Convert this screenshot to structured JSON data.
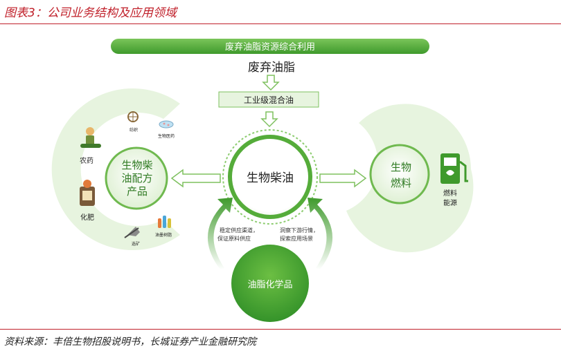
{
  "header": {
    "title": "图表3：公司业务结构及应用领域"
  },
  "footer": {
    "source": "资料来源：丰倍生物招股说明书，长城证券产业金融研究院"
  },
  "diagram": {
    "banner": "废弃油脂资源综合利用",
    "input": "废弃油脂",
    "intermediate": "工业级混合油",
    "center": "生物柴油",
    "left_circle": [
      "生物柴",
      "油配方",
      "产品"
    ],
    "right_circle": [
      "生物",
      "燃料"
    ],
    "bottom_circle": "油脂化学品",
    "left_items": {
      "pesticide": "农药",
      "fertilizer": "化肥",
      "textile": "纺织",
      "biomedicine": "生物医药",
      "mining": "选矿",
      "emulsion": "油墨树脂"
    },
    "right_item": [
      "燃料",
      "能源"
    ],
    "left_arrow_note": [
      "稳定供应渠道，",
      "保证原料供应"
    ],
    "right_arrow_note": [
      "洞察下游行情，",
      "探索应用场景"
    ],
    "colors": {
      "accent": "#c0202a",
      "green_dark": "#3f9a2c",
      "green_light": "#e7f4df",
      "green_mid": "#7ec05f"
    }
  }
}
